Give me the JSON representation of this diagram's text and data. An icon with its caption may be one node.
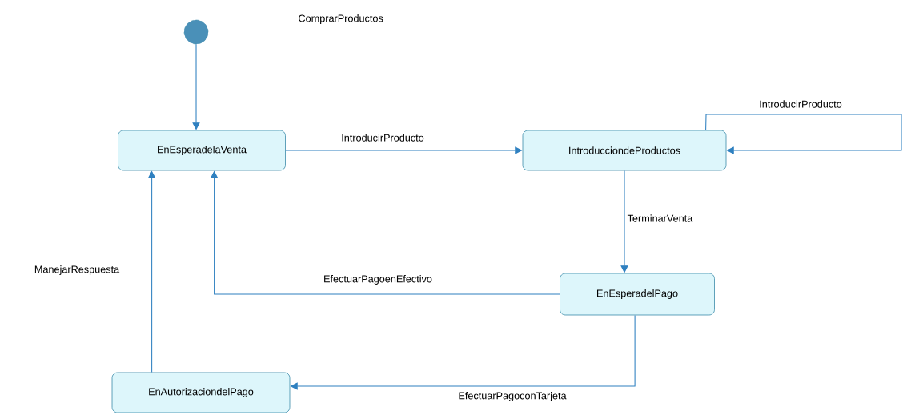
{
  "diagram": {
    "title": "ComprarProductos",
    "nodes": [
      {
        "text": [],
        "shape": "circle"
      },
      {
        "text": [
          "EnEsperadelaVenta"
        ]
      },
      {
        "text": [
          "IntroducciondeProductos"
        ]
      },
      {
        "text": [
          "EnEsperadelPago"
        ]
      },
      {
        "text": [
          "EnAutorizaciondelPago"
        ]
      }
    ],
    "edges": [
      {
        "from": 0,
        "to": 1,
        "arrow": "to"
      },
      {
        "from": 1,
        "to": 2,
        "arrow": "to",
        "label": "IntroducirProducto"
      },
      {
        "from": 2,
        "to": 2,
        "arrow": "to",
        "label": "IntroducirProducto"
      },
      {
        "from": 2,
        "to": 3,
        "arrow": "to",
        "label": "TerminarVenta"
      },
      {
        "from": 3,
        "to": 1,
        "arrow": "to",
        "label": "EfectuarPagoenEfectivo"
      },
      {
        "from": 3,
        "to": 4,
        "arrow": "to",
        "label": "EfectuarPagoconTarjeta"
      },
      {
        "from": 4,
        "to": 1,
        "arrow": "to",
        "label": "ManejarRespuesta"
      }
    ]
  }
}
